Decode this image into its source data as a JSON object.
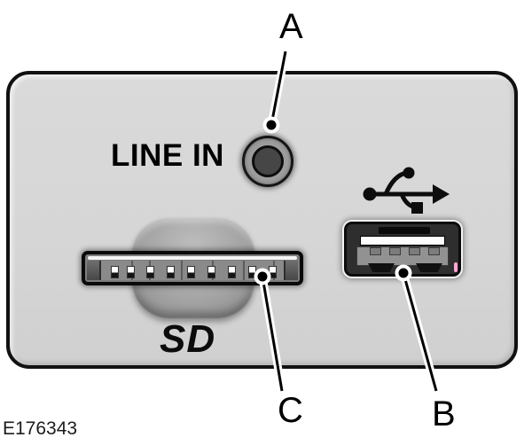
{
  "figure_code": "E176343",
  "panel": {
    "line_in_label": "LINE IN",
    "sd_label": "SD"
  },
  "callouts": {
    "a": "A",
    "b": "B",
    "c": "C"
  },
  "icons": {
    "usb_icon": "usb-trident"
  },
  "colors": {
    "panel_fill": "#d6d6d6",
    "panel_border": "#111111",
    "jack_ring": "#9c9c9c",
    "usb_highlight_pink": "#ffa6cf",
    "callout_line": "#000000"
  }
}
